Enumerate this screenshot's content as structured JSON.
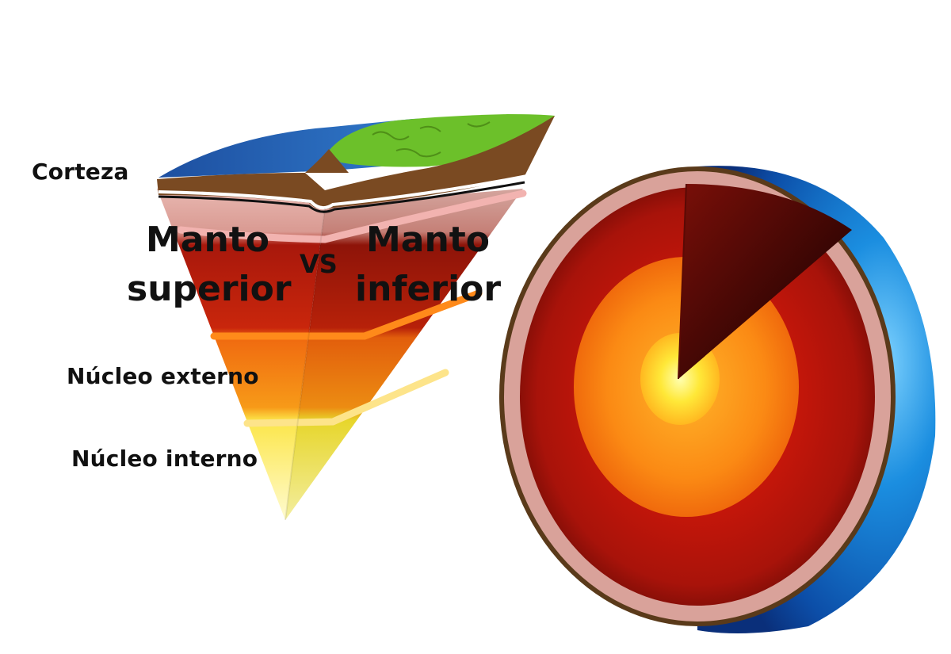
{
  "labels": {
    "crust": "Corteza",
    "upper_mantle": [
      "Manto",
      "superior"
    ],
    "versus": "VS",
    "lower_mantle": [
      "Manto",
      "inferior"
    ],
    "outer_core": "Núcleo externo",
    "inner_core": "Núcleo interno"
  },
  "colors": {
    "ocean_blue": "#1f6fc4",
    "land_green": "#6cc02a",
    "crust_brown": "#7a4a22",
    "mantle_red": "#b01c0a",
    "outer_core_orange": "#f57a10",
    "inner_core_yellow": "#f7ef3a",
    "text": "#111111"
  }
}
